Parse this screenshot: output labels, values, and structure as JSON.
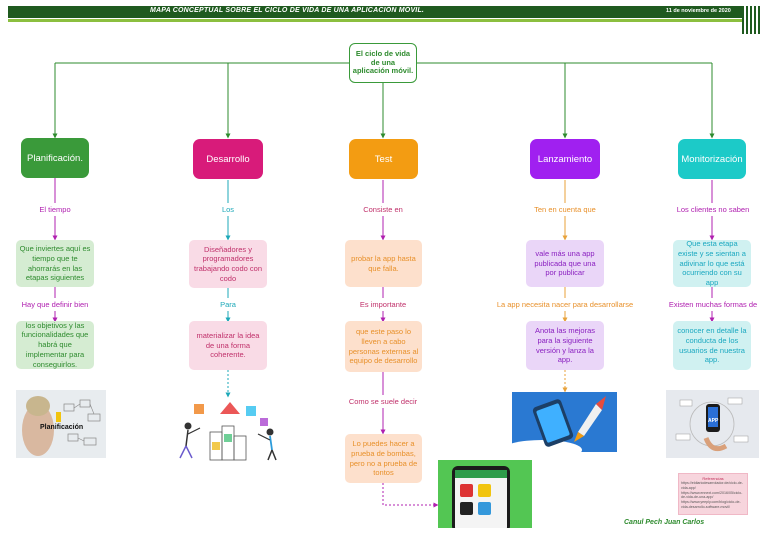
{
  "header": {
    "title": "MAPA CONCEPTUAL SOBRE EL CICLO DE VIDA DE UNA APLICACIÓN MÓVIL.",
    "date": "11 de noviembre de 2020"
  },
  "center": {
    "label": "El ciclo de vida de una aplicación móvil."
  },
  "branches": {
    "planificacion": {
      "title": "Planificación.",
      "color": "#3a9a3a",
      "link1": "El  tiempo",
      "box1": "Que inviertes aquí es tiempo que te ahorrarás en las etapas siguientes",
      "link2": "Hay que definir bien",
      "box2": "los objetivos y las funcionalidades que habrá que implementar para conseguirlos.",
      "image_caption": "Planificación"
    },
    "desarrollo": {
      "title": "Desarrollo",
      "color": "#d81b7a",
      "link1": "Los",
      "box1": "Diseñadores y programadores trabajando codo con codo",
      "link2": "Para",
      "box2": "materializar la idea de una forma coherente."
    },
    "test": {
      "title": "Test",
      "color": "#f39c12",
      "link1": "Consiste en",
      "box1": "probar la app hasta que falla.",
      "link2": "Es importante",
      "box2": "que este paso lo lleven a cabo personas externas al equipo de desarrollo",
      "link3": "Como se suele decir",
      "box3": "Lo puedes hacer a prueba de bombas, pero no a prueba de tontos"
    },
    "lanzamiento": {
      "title": "Lanzamiento",
      "color": "#a020f0",
      "link1": "Ten en cuenta que",
      "box1": "vale más una app publicada que una por publicar",
      "link2": "La app necesita nacer para desarrollarse",
      "box2": "Anota las mejoras para la siguiente versión y lanza la app."
    },
    "monitorizacion": {
      "title": "Monitorización",
      "color": "#1ccac8",
      "link1": "Los clientes no saben",
      "box1": "Que esta etapa existe y se sientan a adivinar lo que está ocurriendo con su app",
      "link2": "Existen muchas formas de",
      "box2": "conocer en detalle la conducta de los usuarios de nuestra app.",
      "image_caption": "APP"
    }
  },
  "references": {
    "title": "Referencias",
    "items": [
      "https://eldiariodesarrolador.de/ciclo-de-vida-app/",
      "https://www.ennext.com/2016/05/ciclo-de-vida-de-una-app/",
      "https://www.yeeply.com/blog/ciclo-de-vida-desarrollo-software-movil/"
    ]
  },
  "author": "Canul Pech Juan Carlos"
}
